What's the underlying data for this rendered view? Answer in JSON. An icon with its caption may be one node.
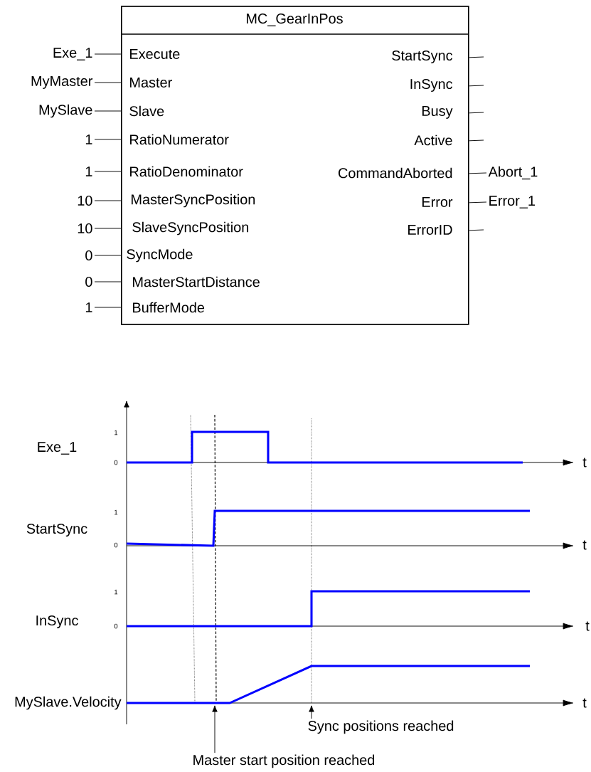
{
  "diagram": {
    "nodes": [
      {
        "text": [
          "MC_GearInPos",
          "Execute",
          "Master",
          "Slave",
          "RatioNumerator",
          "RatioDenominator",
          "MasterSyncPosition",
          "SlaveSyncPosition",
          "SyncMode",
          "MasterStartDistance",
          "BufferMode",
          "StartSync",
          "InSync",
          "Busy",
          "Active",
          "CommandAborted",
          "Error",
          "ErrorID"
        ]
      },
      {
        "text": [
          "Exe_1"
        ]
      },
      {
        "text": [
          "MyMaster"
        ]
      },
      {
        "text": [
          "MySlave"
        ]
      },
      {
        "text": [
          "1"
        ]
      },
      {
        "text": [
          "1"
        ]
      },
      {
        "text": [
          "10"
        ]
      },
      {
        "text": [
          "10"
        ]
      },
      {
        "text": [
          "0"
        ]
      },
      {
        "text": [
          "0"
        ]
      },
      {
        "text": [
          "1"
        ]
      },
      {
        "text": [
          "Abort_1"
        ]
      },
      {
        "text": [
          "Error_1"
        ]
      },
      {
        "text": [
          "Sync positions reached"
        ]
      },
      {
        "text": [
          "Master start position reached"
        ]
      }
    ],
    "edges": [
      {
        "from": 1,
        "to": 0,
        "arrow": "none"
      },
      {
        "from": 2,
        "to": 0,
        "arrow": "none"
      },
      {
        "from": 3,
        "to": 0,
        "arrow": "none"
      },
      {
        "from": 4,
        "to": 0,
        "arrow": "none"
      },
      {
        "from": 5,
        "to": 0,
        "arrow": "none"
      },
      {
        "from": 6,
        "to": 0,
        "arrow": "none"
      },
      {
        "from": 7,
        "to": 0,
        "arrow": "none"
      },
      {
        "from": 8,
        "to": 0,
        "arrow": "none"
      },
      {
        "from": 9,
        "to": 0,
        "arrow": "none"
      },
      {
        "from": 10,
        "to": 0,
        "arrow": "none"
      },
      {
        "from": 0,
        "to": null,
        "arrow": "none"
      },
      {
        "from": 0,
        "to": null,
        "arrow": "none"
      },
      {
        "from": 0,
        "to": null,
        "arrow": "none"
      },
      {
        "from": 0,
        "to": null,
        "arrow": "none"
      },
      {
        "from": 0,
        "to": 11,
        "arrow": "none"
      },
      {
        "from": 0,
        "to": 12,
        "arrow": "none"
      },
      {
        "from": 0,
        "to": null,
        "arrow": "none"
      },
      {
        "from": 13,
        "to": null,
        "arrow": "to"
      },
      {
        "from": 14,
        "to": null,
        "arrow": "to"
      }
    ],
    "labels": [
      "1",
      "Exe_1",
      "0",
      "t",
      "1",
      "StartSync",
      "0",
      "t",
      "1",
      "InSync",
      "0",
      "t",
      "MySlave.Velocity",
      "t"
    ]
  }
}
